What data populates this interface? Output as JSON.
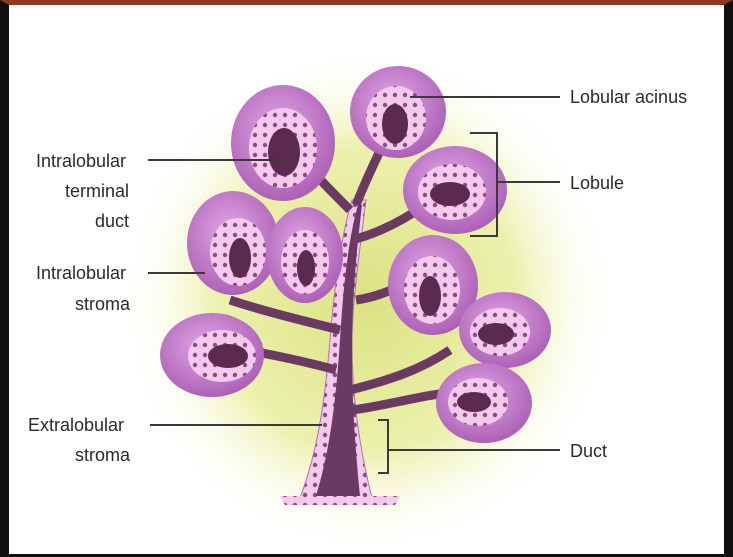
{
  "labels": {
    "lobular_acinus": "Lobular acinus",
    "lobule": "Lobule",
    "intralobular_terminal_duct": [
      "Intralobular",
      "terminal",
      "duct"
    ],
    "intralobular_stroma": [
      "Intralobular",
      "stroma"
    ],
    "extralobular_stroma": [
      "Extralobular",
      "stroma"
    ],
    "duct": "Duct"
  },
  "colors": {
    "frame_top": "#8b3a1e",
    "frame_side": "#101010",
    "stroma_glow": "#e7ec9a",
    "lobule_fill": "#c77fcf",
    "epithelium": "#f2c6ea",
    "lumen": "#5b2a4e",
    "duct_trunk": "#6b3a63",
    "label_line": "#3a3a3a"
  }
}
